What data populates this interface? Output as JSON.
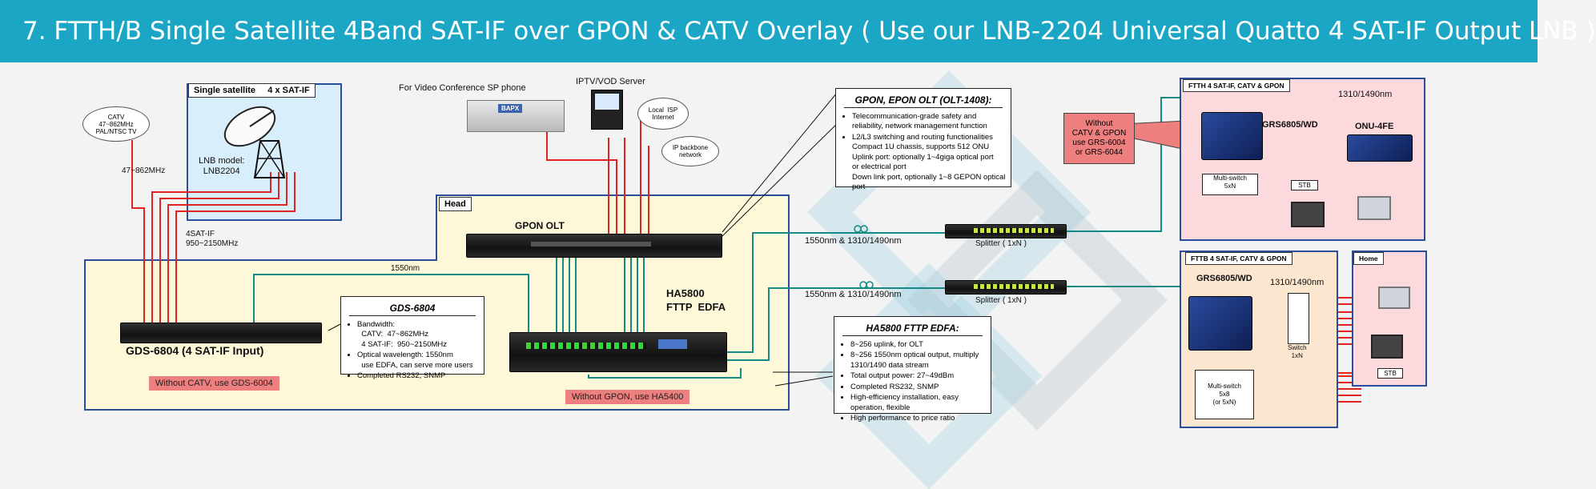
{
  "title": "7.  FTTH/B Single Satellite 4Band SAT-IF over GPON & CATV Overlay  ( Use our LNB-2204 Universal Quatto 4 SAT-IF Output LNB )",
  "colors": {
    "banner": "#1aa6c4",
    "rf": "#e02424",
    "fiber": "#138a86",
    "frame": "#2a4d9c",
    "headbg": "#fdf8d8",
    "satbg": "#d8eefa",
    "ftthbg": "#fbd9dc",
    "ftthbbg": "#fbe6cf"
  },
  "satellite": {
    "title": "Single satellite     4 x SAT-IF",
    "lnb_model": "LNB model:\nLNB2204"
  },
  "catv_cloud": "CATV\n47~862MHz\nPAL/NTSC TV",
  "catv_freq": "47~862MHz",
  "satif_freq": "4SAT-IF\n950~2150MHz",
  "head": {
    "title": "Head"
  },
  "link_1550": "1550nm",
  "video_conf": "For Video Conference SP phone",
  "bapx": "BAPX",
  "iptv": "IPTV/VOD Server",
  "local_isp": "Local  ISP\nInternet",
  "ip_backbone": "IP backbone\nnetwork",
  "gpon_olt": {
    "label": "GPON  OLT"
  },
  "gds": {
    "label": "GDS-6804   (4 SAT-IF Input)",
    "without": "Without CATV, use GDS-6004"
  },
  "gds_note": {
    "title": "GDS-6804",
    "items": [
      "Bandwidth:\n  CATV:  47~862MHz\n  4 SAT-IF:  950~2150MHz",
      "Optical wavelength: 1550nm\n  use EDFA, can serve more users",
      "Completed RS232, SNMP"
    ]
  },
  "ha": {
    "label": "HA5800\nFTTP  EDFA",
    "without": "Without GPON, use HA5400"
  },
  "olt_note": {
    "title": "GPON, EPON OLT  (OLT-1408):",
    "items": [
      "Telecommunication-grade safety and reliability, network management function",
      "L2/L3 switching and routing functionalities\nCompact 1U chassis, supports 512 ONU\nUplink port: optionally 1~4giga optical port\nor electrical port\nDown link port, optionally 1~8 GEPON optical\nport"
    ]
  },
  "ha_note": {
    "title": "HA5800 FTTP EDFA:",
    "items": [
      "8~256 uplink, for OLT",
      "8~256 1550nm optical output, multiply 1310/1490 data stream",
      "Total output power: 27~49dBm",
      "Completed RS232, SNMP",
      "High-efficiency installation, easy operation, flexible",
      "High performance to price ratio"
    ]
  },
  "wl1": "1550nm & 1310/1490nm",
  "wl2": "1550nm & 1310/1490nm",
  "splitter1": "Splitter ( 1xN )",
  "splitter2": "Splitter ( 1xN )",
  "callout": "Without\nCATV & GPON\nuse GRS-6004\nor GRS-6044",
  "ftth": {
    "title": "FTTH    4 SAT-IF,  CATV & GPON",
    "wl": "1310/1490nm",
    "grs": "GRS6805/WD",
    "onu": "ONU-4FE",
    "multiswitch": "Multi-switch\n5xN",
    "stb": "STB"
  },
  "fttb": {
    "title": "FTTB    4 SAT-IF,  CATV & GPON",
    "wl": "1310/1490nm",
    "grs": "GRS6805/WD",
    "switch": "Switch\n1xN",
    "multiswitch": "Multi-switch\n5x8\n(or 5xN)",
    "stb": "STB"
  },
  "home": {
    "title": "Home"
  }
}
